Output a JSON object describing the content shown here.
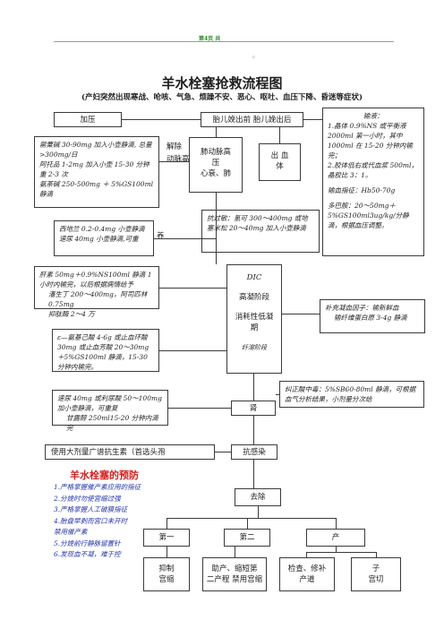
{
  "header": {
    "text": "第4页 共",
    "color": "#2e8b2e"
  },
  "top_dot": "。",
  "title": "羊水栓塞抢救流程图",
  "subtitle": "(产妇突然出现寒战、呛咳、气急、烦躁不安、恶心、呕吐、血压下降、昏迷等症状)",
  "boxes": {
    "jiaya": "加压",
    "taier": "胎儿娩出前    胎儿娩出后",
    "shuye": [
      "输液：",
      "1.晶体 0.9%NS 或平衡液 2000ml 第一小时，其中 1000ml 在 15-20 分钟内输完；",
      "2.胶体低右或代血浆 500ml，晶胶比 3：1。",
      "输血指征：Hb50-70g",
      "多巴胺：20～50mg＋5%GS100ml3ug/kg/分静滴，根据血压调整。"
    ],
    "jieshu": "解除",
    "dongmai": "动脉高",
    "feidong": [
      "肺动脉高",
      "压",
      "心衰、肺"
    ],
    "chuxue": [
      "出  血",
      "体"
    ],
    "left1": [
      "罂粟碱 30-90mg 加入小壶静滴, 总量>300mg/日",
      "阿托品 1-2mg 加入小壶 15-30 分钟重 2-3 次",
      "氨茶碱 250-500mg ＋ 5%GS100ml 静滴"
    ],
    "guomin": "抗过敏：氢可 300～400mg 或地塞米松 20～40mg 加入小壶静滴",
    "left2": [
      "西地兰 0.2-0.4mg 小壶静滴",
      "速尿 40mg 小壶静滴,可重"
    ],
    "yang": "养",
    "gan": [
      "肝素 50mg＋0.9%NS100ml 静滴 1 小时内输完，以后根据病情给予",
      "潘生丁 200～400mg，阿司匹林 0.75mg",
      "抑肽酶 2～4 万"
    ],
    "dic": [
      "DIC",
      "高凝阶段",
      "消耗性低凝",
      "期",
      "纤溶阶段"
    ],
    "buchong": [
      "补充凝血因子：输新鲜血",
      "输纤维蛋白原 3-4g 静滴"
    ],
    "an": "ε—氨基己酸 4-6g 或止血环酸 30mg 或止血芳酸 20～30mg＋5%GS100ml 静滴，15-30 分钟内输完。",
    "jiuzheng": "纠正酸中毒：5%SB60-80ml 静滴，可根据血气分析结果，小剂量分次给",
    "sunia": [
      "速尿 40mg 或利尿酸 50～100mg 加小壶静滴，可重复",
      "甘露醇 250ml15-20 分钟内滴完"
    ],
    "shen": "肾",
    "kangsheng": "使用大剂量广谱抗生素（首选头孢",
    "kanggan": "抗感染",
    "quchu": "去除",
    "diyi": "第一",
    "dier": "第二",
    "chan": "产",
    "yizhi": [
      "抑制",
      "宫缩"
    ],
    "zhuchan": [
      "助产、缩短第",
      "二产程  禁用宫缩"
    ],
    "jiancha": [
      "检查、修补",
      "产道"
    ],
    "zigong": [
      "子",
      "宫切"
    ]
  },
  "prevention": {
    "title": "羊水栓塞的预防",
    "title_color": "#d42020",
    "items_color": "#2233aa",
    "items": [
      "1.严格掌握催产素应用的指征",
      "2.分娩时勿使宫缩过强",
      "3.严格掌握人工破膜指征",
      "4.胎盘早剥而宫口未开时",
      "   禁用催产素",
      "5.分娩前行静脉留置针",
      "6.发现血不凝，难于控"
    ]
  }
}
